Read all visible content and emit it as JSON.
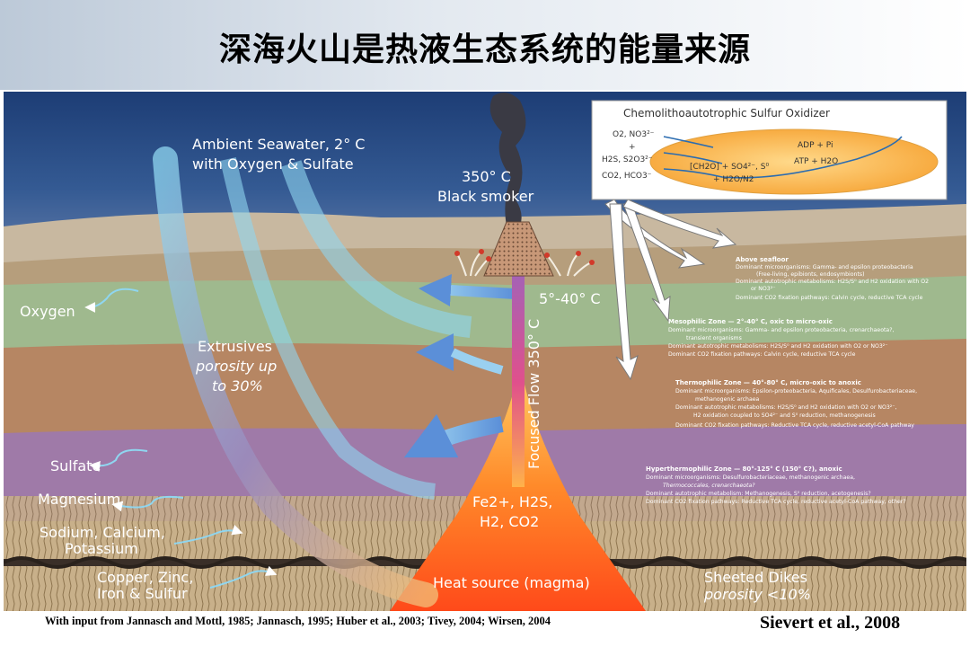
{
  "title": "深海火山是热液生态系统的能量来源",
  "diagram": {
    "seawater_line1": "Ambient Seawater, 2° C",
    "seawater_line2": "with Oxygen & Sulfate",
    "smoker_temp": "350° C",
    "smoker_label": "Black smoker",
    "vent_temp": "5°-40° C",
    "focused_flow": "Focused Flow 350° C",
    "oxygen": "Oxygen",
    "extrusives_1": "Extrusives",
    "extrusives_2": "porosity up",
    "extrusives_3": "to 30%",
    "sulfate": "Sulfate",
    "magnesium": "Magnesium",
    "sodium_1": "Sodium, Calcium,",
    "sodium_2": "Potassium",
    "copper_1": "Copper, Zinc,",
    "copper_2": "Iron & Sulfur",
    "ions_1": "Fe2+, H2S,",
    "ions_2": "H2, CO2",
    "heat_source": "Heat source (magma)",
    "dikes_1": "Sheeted Dikes",
    "dikes_2": "porosity <10%",
    "microbe": {
      "title": "Chemolithoautotrophic Sulfur Oxidizer",
      "in_1": "O2, NO3²⁻",
      "plus": "+",
      "in_2": "H2S, S2O3²⁻",
      "in_3": "CO2, HCO3⁻",
      "adp": "ADP + Pi",
      "atp": "ATP + H2O",
      "out_1": "[CH2O] + SO4²⁻, S⁰",
      "out_2": "+ H2O/N2"
    },
    "zones": {
      "above_title": "Above seafloor",
      "above_1": "Dominant microorganisms: Gamma- and epsilon proteobacteria",
      "above_2": "(Free-living, epibionts, endosymbionts)",
      "above_3": "Dominant autotrophic metabolisms: H2S/S⁰ and H2 oxidation with O2",
      "above_4": "or NO3²⁻",
      "above_5": "Dominant CO2 fixation pathways: Calvin cycle, reductive TCA cycle",
      "meso_title": "Mesophilic Zone — 2°-40° C, oxic to micro-oxic",
      "meso_1": "Dominant microorganisms: Gamma- and epsilon proteobacteria, crenarchaeota?,",
      "meso_2": "transient organisms",
      "meso_3": "Dominant autotrophic metabolisms: H2S/S⁰ and H2 oxidation with O2 or NO3²⁻",
      "meso_4": "Dominant CO2 fixation pathways: Calvin cycle, reductive TCA cycle",
      "thermo_title": "Thermophilic Zone — 40°-80° C, micro-oxic to anoxic",
      "thermo_1": "Dominant microorganisms: Epsilon-proteobacteria, Aquificales, Desulfurobacteriaceae,",
      "thermo_2": "methanogenic archaea",
      "thermo_3": "Dominant autotrophic metabolisms: H2S/S⁰ and H2 oxidation with O2 or NO3²⁻,",
      "thermo_4": "H2 oxidation coupled to SO4²⁻ and S⁰ reduction, methanogenesis",
      "thermo_5": "Dominant CO2 fixation pathways: Reductive TCA cycle, reductive acetyl-CoA pathway",
      "hyper_title": "Hyperthermophilic Zone — 80°-125° C (150° C?), anoxic",
      "hyper_1": "Dominant microorganisms: Desulfurobacteriaceae, methanogenic archaea,",
      "hyper_2": "Thermococcales, crenarchaeota?",
      "hyper_3": "Dominant autotrophic metabolism: Methanogenesis, S⁰ reduction, acetogenesis?",
      "hyper_4": "Dominant CO2 fixation pathways: Reductive TCA cycle, reductive acetyl-CoA pathway, other?"
    }
  },
  "footer_left": "With input from Jannasch and Mottl, 1985; Jannasch, 1995; Huber et al., 2003; Tivey, 2004; Wirsen, 2004",
  "footer_right": "Sievert et al., 2008"
}
